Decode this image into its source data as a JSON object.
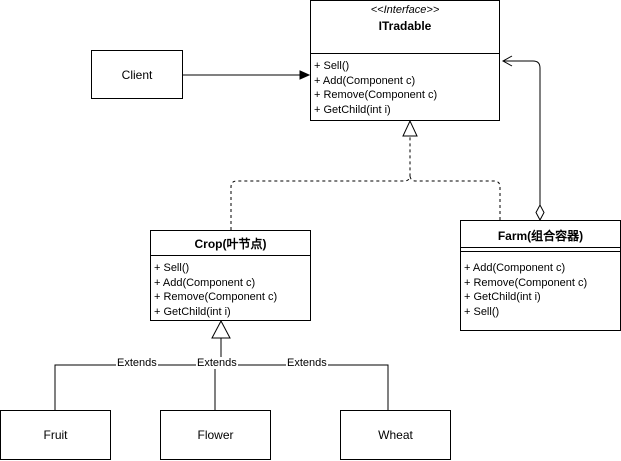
{
  "nodes": {
    "itradable": {
      "stereotype": "<<Interface>>",
      "title": "ITradable",
      "operations": [
        "+ Sell()",
        "+ Add(Component c)",
        "+ Remove(Component c)",
        "+ GetChild(int i)"
      ]
    },
    "client": {
      "label": "Client"
    },
    "crop": {
      "title": "Crop(叶节点)",
      "operations": [
        "+ Sell()",
        "+ Add(Component c)",
        "+ Remove(Component c)",
        "+ GetChild(int i)"
      ]
    },
    "farm": {
      "title": "Farm(组合容器)",
      "operations": [
        "+ Add(Component c)",
        "+ Remove(Component c)",
        "+ GetChild(int i)",
        "+ Sell()"
      ]
    },
    "fruit": {
      "label": "Fruit"
    },
    "flower": {
      "label": "Flower"
    },
    "wheat": {
      "label": "Wheat"
    }
  },
  "edges": {
    "extends_fruit": "Extends",
    "extends_flower": "Extends",
    "extends_wheat": "Extends"
  }
}
